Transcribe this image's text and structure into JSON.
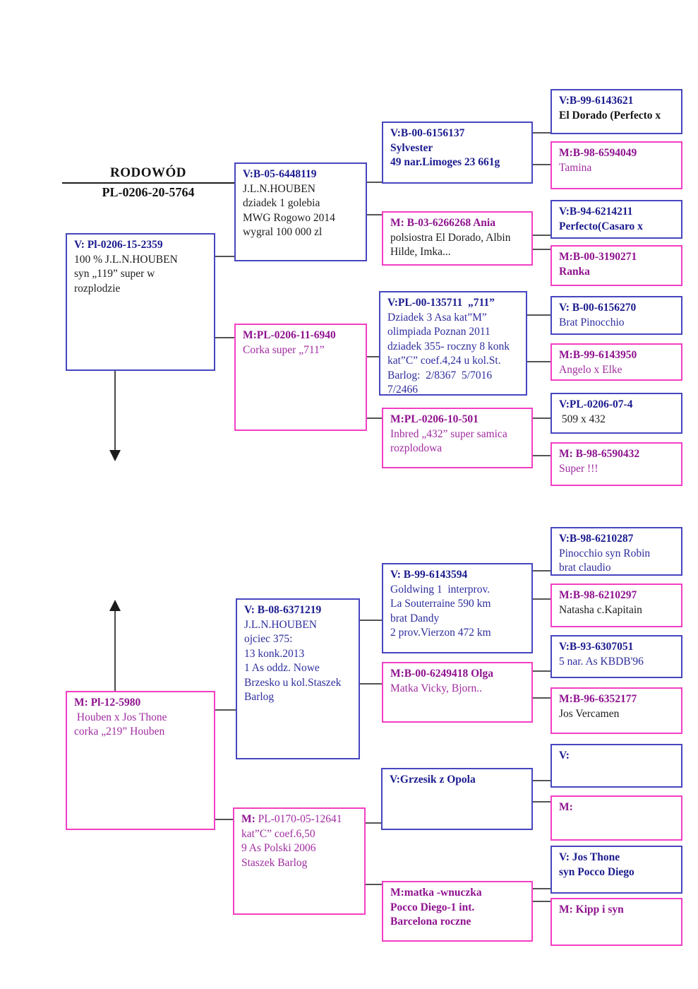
{
  "title": {
    "heading": "RODOWÓD",
    "ring": "PL-0206-20-5764"
  },
  "colors": {
    "sire_border": "#4646c0",
    "dam_border": "#f23fc3",
    "sire_header_text": "#1b1b8f",
    "dam_header_text": "#8f128f",
    "sire_body_text": "#2d2d9e",
    "dam_body_text": "#a02ba0",
    "connector": "#1c1c1c"
  },
  "boxes": {
    "s": {
      "header": "V: Pl-0206-15-2359",
      "lines": [
        "100 % J.L.N.HOUBEN",
        "syn „119” super w",
        "rozplodzie"
      ]
    },
    "d": {
      "header": "M: Pl-12-5980",
      "lines": [
        " Houben x Jos Thone",
        "corka „219” Houben"
      ]
    },
    "ss": {
      "header": "V:B-05-6448119",
      "lines": [
        "J.L.N.HOUBEN",
        "dziadek 1 golebia",
        "MWG Rogowo 2014",
        "wygral 100 000 zl"
      ]
    },
    "sd": {
      "header": "M:PL-0206-11-6940",
      "lines": [
        "Corka super „711”"
      ]
    },
    "ds": {
      "header": "V: B-08-6371219",
      "lines": [
        "J.L.N.HOUBEN",
        "ojciec 375:",
        "13 konk.2013",
        "1 As oddz. Nowe",
        "Brzesko u kol.Staszek",
        "Barlog"
      ]
    },
    "dd": {
      "header": "M:",
      "header_rest": " PL-0170-05-12641",
      "lines": [
        "kat”C” coef.6,50",
        "9 As Polski 2006",
        "Staszek Barlog"
      ]
    },
    "sss": {
      "header": "V:B-00-6156137",
      "lines": [
        "Sylvester",
        "49 nar.Limoges 23 661g"
      ]
    },
    "ssd": {
      "header": "M: B-03-6266268 Ania",
      "lines": [
        "polsiostra El Dorado, Albin",
        "Hilde, Imka..."
      ]
    },
    "sds": {
      "header": "V:PL-00-135711  „711”",
      "lines": [
        "Dziadek 3 Asa kat”M”",
        "olimpiada Poznan 2011",
        "dziadek 355- roczny 8 konk",
        "kat”C” coef.4,24 u kol.St.",
        "Barlog:  2/8367  5/7016",
        "7/2466"
      ]
    },
    "sdd": {
      "header": "M:PL-0206-10-501",
      "lines": [
        "Inbred „432” super samica",
        "rozplodowa"
      ]
    },
    "dss": {
      "header": "V: B-99-6143594",
      "lines": [
        "Goldwing 1  interprov.",
        "La Souterraine 590 km",
        "brat Dandy",
        "2 prov.Vierzon 472 km"
      ]
    },
    "dsd": {
      "header": "M:B-00-6249418 Olga",
      "lines": [
        "Matka Vicky, Bjorn.."
      ]
    },
    "dds": {
      "header": "V:Grzesik z Opola",
      "lines": []
    },
    "ddd": {
      "header": "M:matka -wnuczka",
      "lines": [
        "Pocco Diego-1 int.",
        "Barcelona roczne"
      ]
    },
    "ssss": {
      "header": "V:B-99-6143621",
      "lines": [
        "El Dorado (Perfecto x"
      ]
    },
    "sssd": {
      "header": "M:B-98-6594049",
      "lines": [
        "Tamina"
      ]
    },
    "ssds": {
      "header": "V:B-94-6214211",
      "lines": [
        "Perfecto(Casaro x"
      ]
    },
    "ssdd": {
      "header": "M:B-00-3190271",
      "lines": [
        "Ranka"
      ]
    },
    "sdss": {
      "header": "V: B-00-6156270",
      "lines": [
        "Brat Pinocchio"
      ]
    },
    "sdsd": {
      "header": "M:B-99-6143950",
      "lines": [
        "Angelo x Elke"
      ]
    },
    "sdds": {
      "header": "V:PL-0206-07-4",
      "lines": [
        " 509 x 432"
      ]
    },
    "sddd": {
      "header": "M: B-98-6590432",
      "lines": [
        "Super !!!"
      ]
    },
    "dsss": {
      "header": "V:B-98-6210287",
      "lines": [
        "Pinocchio syn Robin",
        "brat claudio"
      ]
    },
    "dssd": {
      "header": "M:B-98-6210297",
      "lines": [
        "Natasha c.Kapitain"
      ]
    },
    "dsds": {
      "header": "V:B-93-6307051",
      "lines": [
        "5 nar. As KBDB'96"
      ]
    },
    "dsdd": {
      "header": "M:B-96-6352177",
      "lines": [
        "Jos Vercamen"
      ]
    },
    "ddss": {
      "header": "V:",
      "lines": []
    },
    "ddsd": {
      "header": "M:",
      "lines": []
    },
    "ddds": {
      "header": "V: Jos Thone",
      "lines": [
        "syn Pocco Diego"
      ]
    },
    "dddd": {
      "header": "M: Kipp i syn",
      "lines": []
    }
  }
}
